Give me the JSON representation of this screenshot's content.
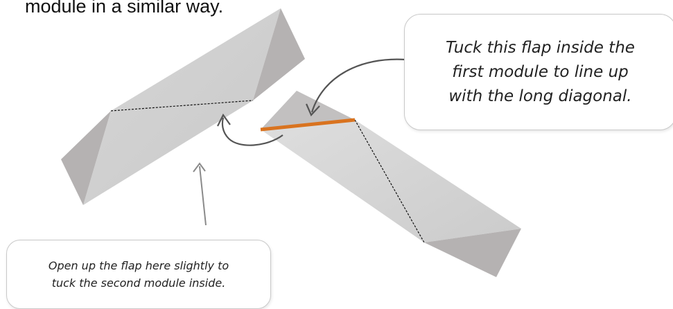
{
  "top_text": "module in a similar way.",
  "callout_right": {
    "line1": "Tuck this flap inside the",
    "line2": "first module to line up",
    "line3": "with the long diagonal."
  },
  "callout_bottom": {
    "line1": "Open up the flap here slightly to",
    "line2": "tuck the second module inside."
  },
  "colors": {
    "module_face": "#cfcfcf",
    "module_flap": "#b3b0b0",
    "orange_line": "#d9731f",
    "arrow": "#555555"
  }
}
